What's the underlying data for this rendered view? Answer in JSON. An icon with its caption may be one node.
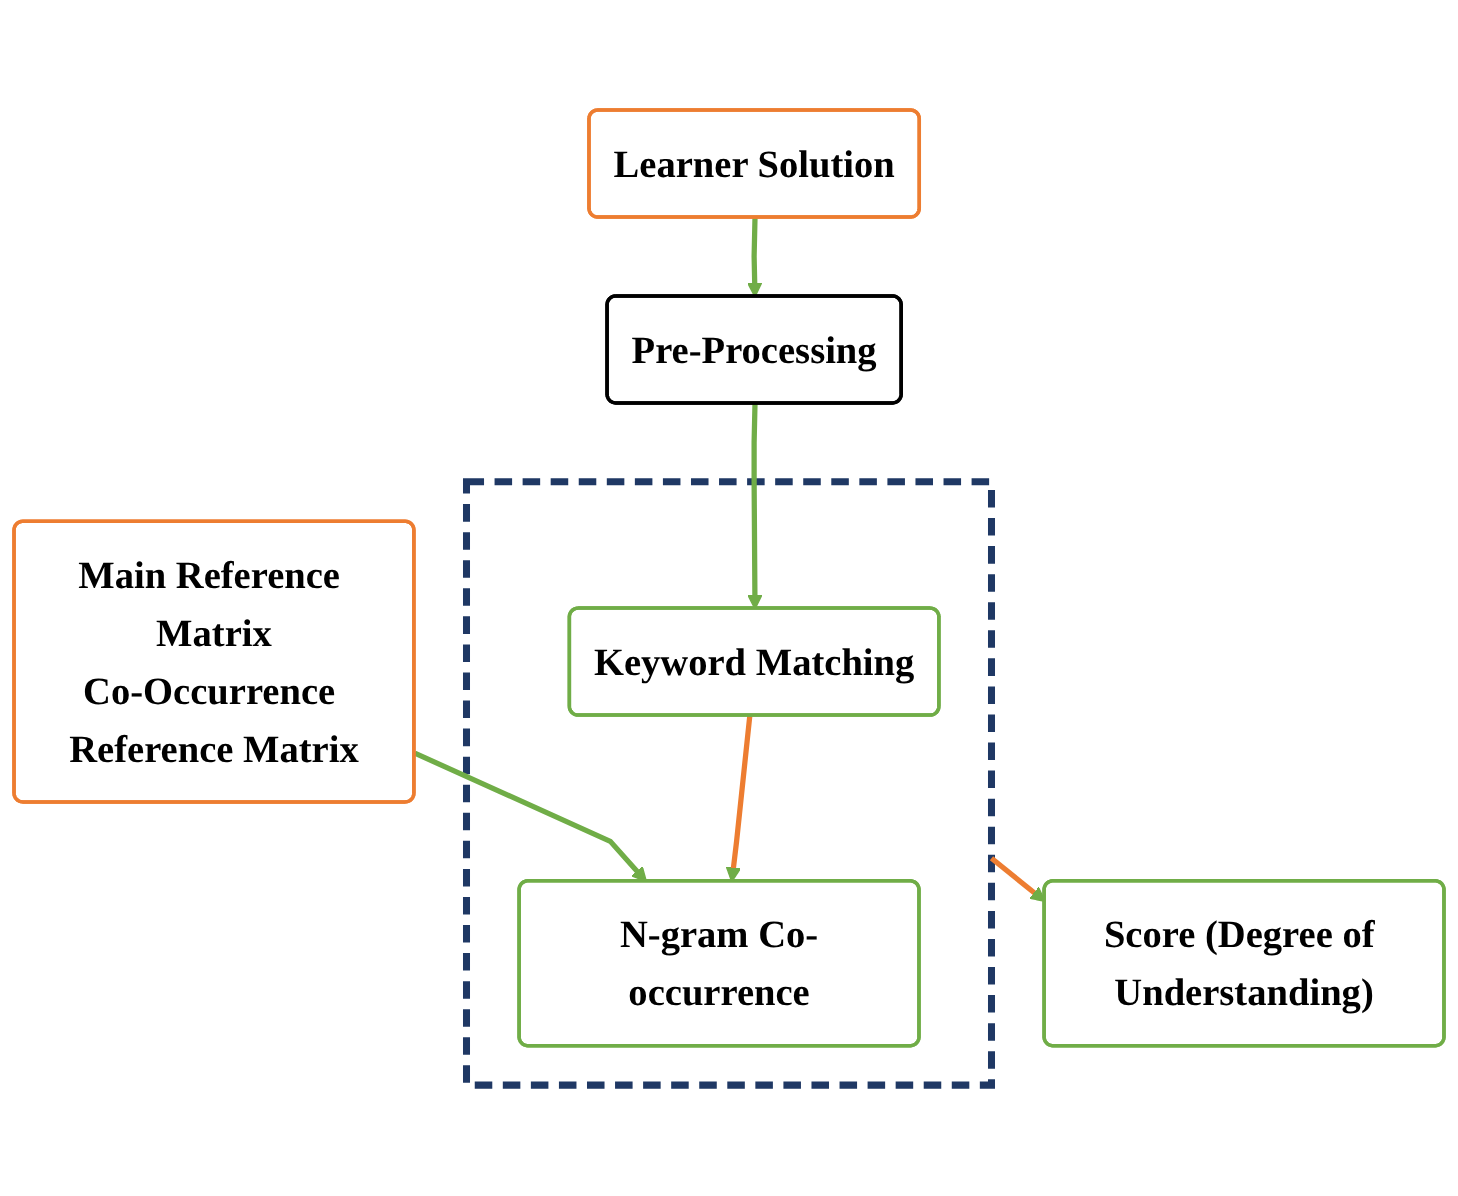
{
  "diagram": {
    "nodes": [
      {
        "text": [
          "Learner Solution"
        ]
      },
      {
        "text": [
          "Main Reference Matrix",
          "Co-Occurrence Reference Matrix"
        ]
      },
      {
        "text": [
          "Pre-Processing"
        ]
      },
      {
        "text": [],
        "shape": "box"
      },
      {
        "text": [
          "Keyword Matching"
        ],
        "in": 3
      },
      {
        "text": [
          "N-gram Co-occurrence"
        ],
        "in": 3
      },
      {
        "text": [
          "Score (Degree of Understanding)"
        ]
      }
    ],
    "edges": [
      {
        "from": 0,
        "to": 2,
        "arrow": "to"
      },
      {
        "from": 2,
        "to": 4,
        "arrow": "to"
      },
      {
        "from": 1,
        "to": 5,
        "arrow": "to"
      },
      {
        "from": 4,
        "to": 5,
        "arrow": "to",
        "color": "#ed7d31"
      },
      {
        "from": 3,
        "to": 6,
        "arrow": "to",
        "color": "#ed7d31"
      }
    ]
  }
}
